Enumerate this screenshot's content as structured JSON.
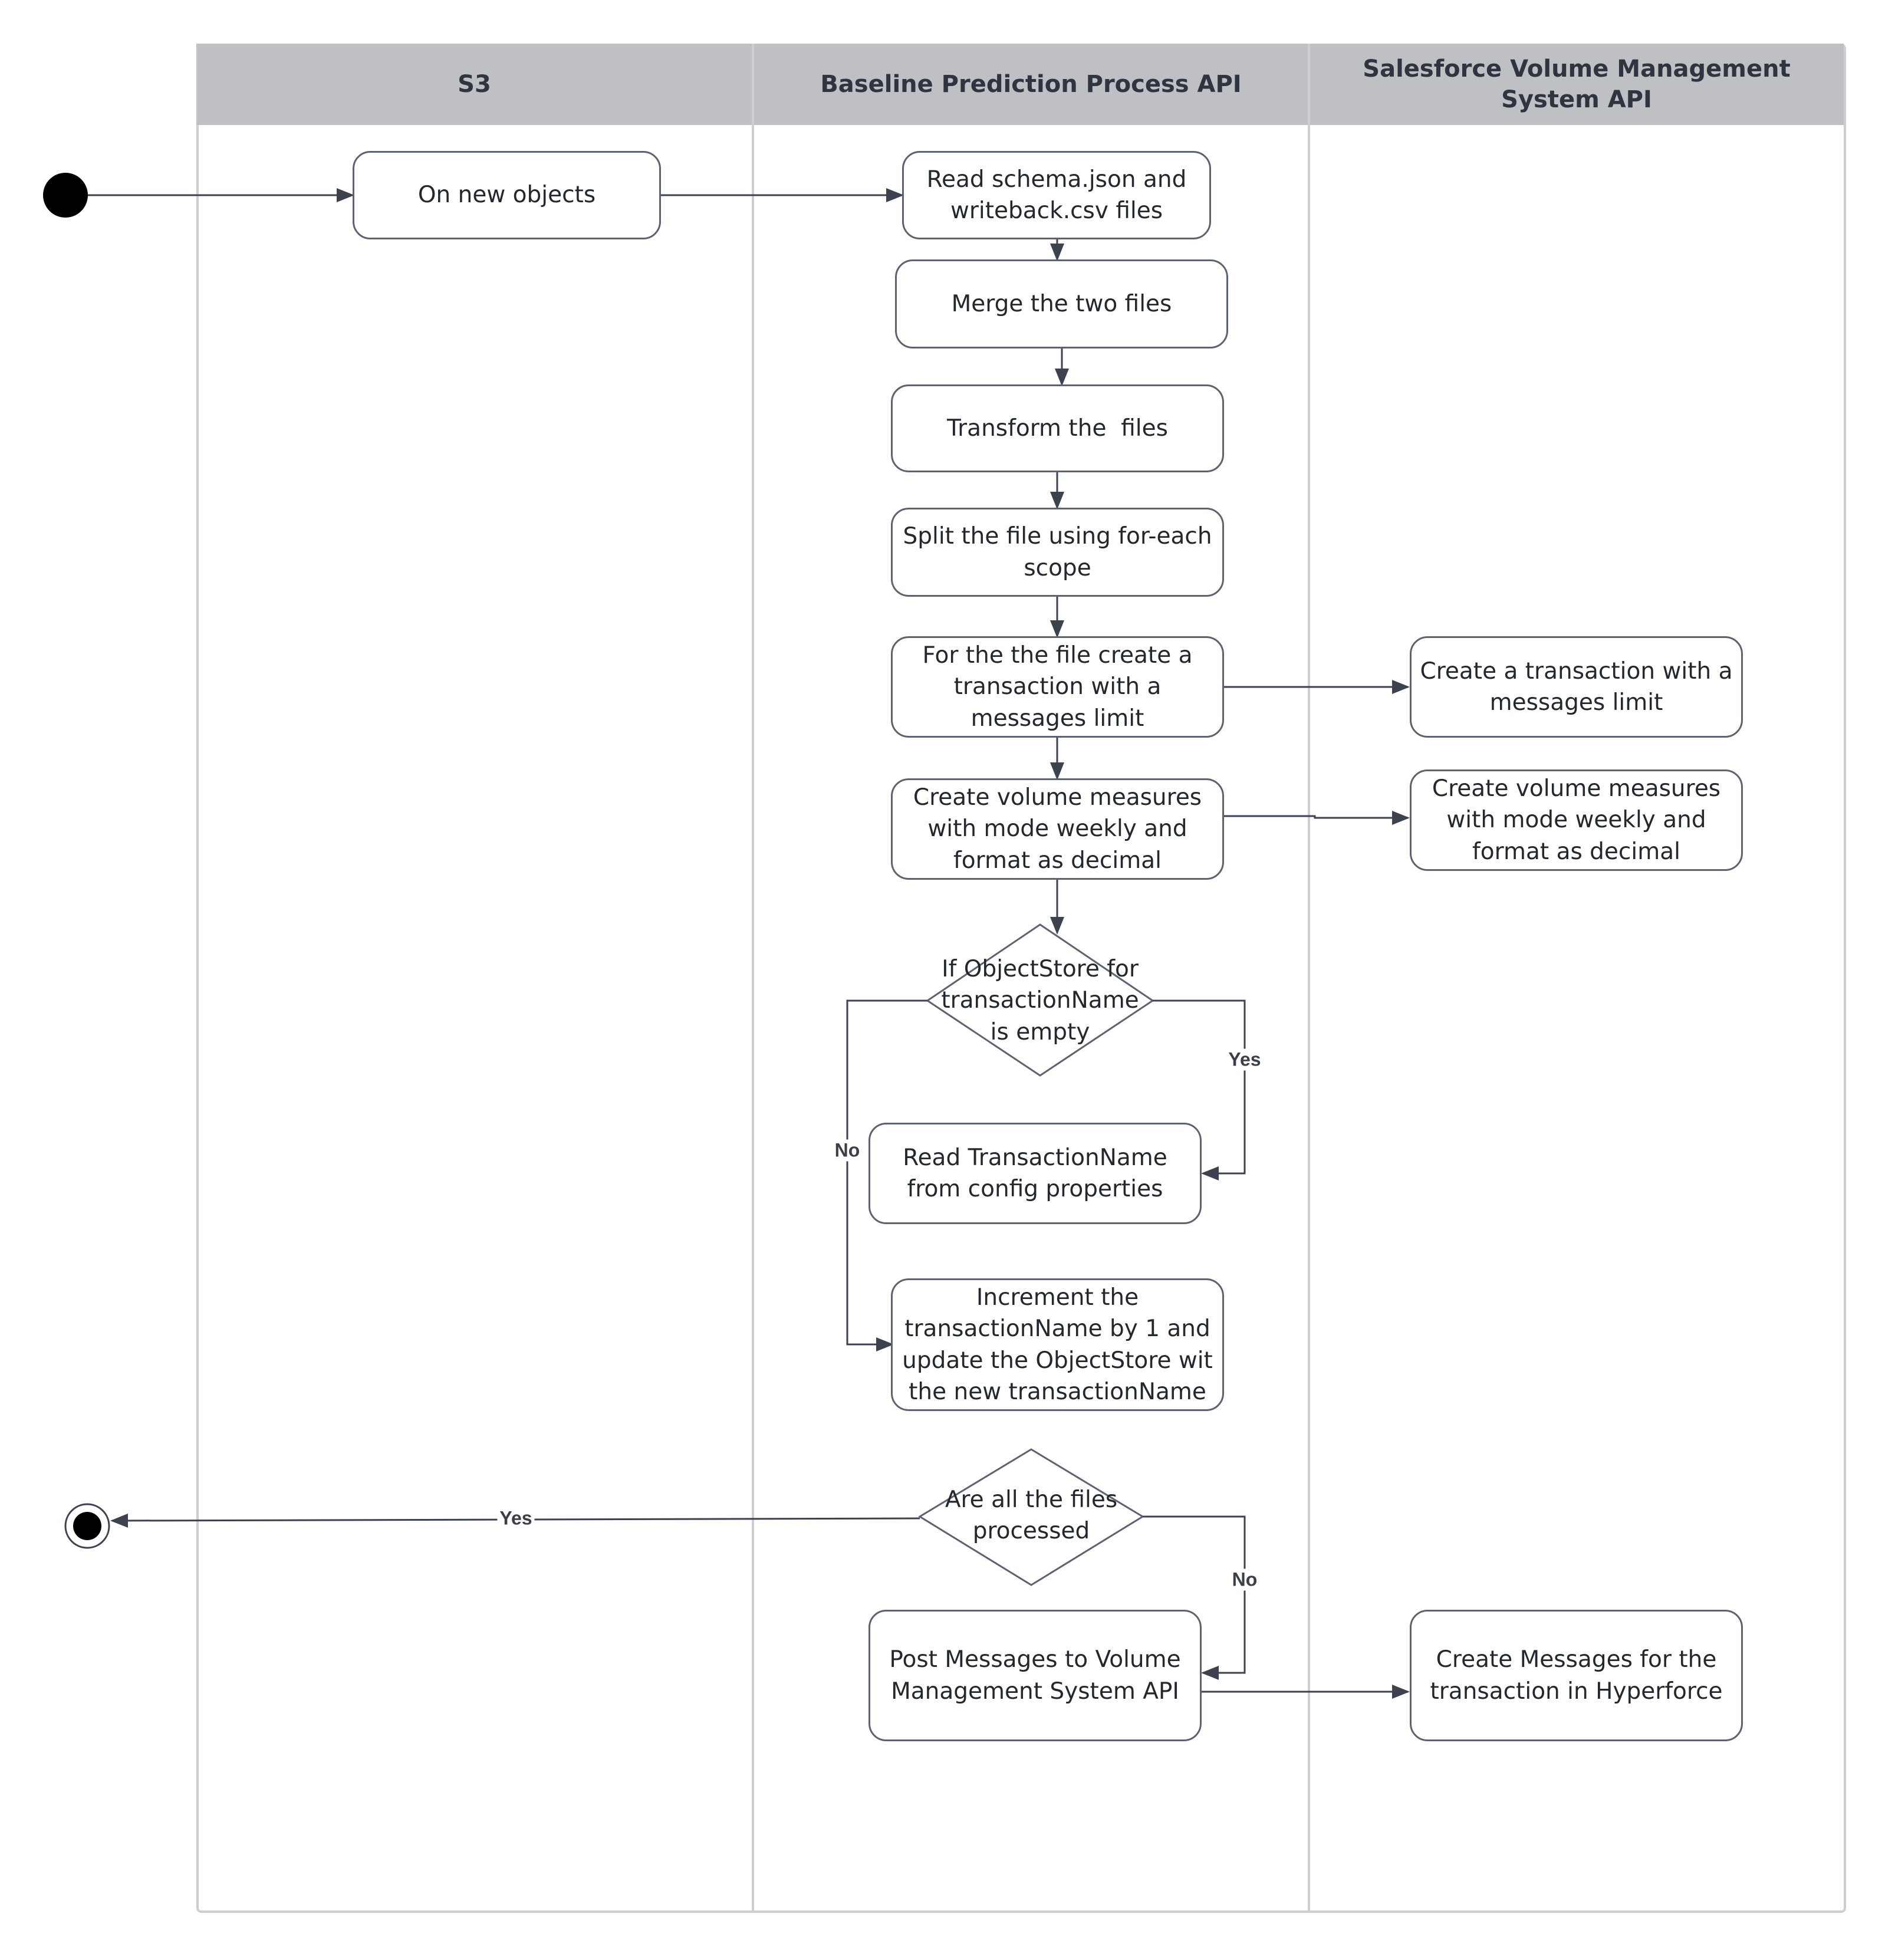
{
  "lanes": [
    {
      "title": "S3"
    },
    {
      "title": "Baseline Prediction Process API"
    },
    {
      "title": "Salesforce Volume Management System API"
    }
  ],
  "nodes": {
    "on_new_objects": "On new objects",
    "read_files": "Read schema.json and writeback.csv files",
    "merge_files": "Merge the two files",
    "transform_files": "Transform the  files",
    "split_file": "Split the file using for-each scope",
    "create_transaction": "For the the file create a transaction with a messages limit",
    "create_volume_measures": "Create volume measures with mode weekly and format as decimal",
    "decision_objectstore": "If ObjectStore for transactionName is empty",
    "read_transaction_name": "Read TransactionName from config properties",
    "increment_transaction": "Increment the transactionName by 1 and update the ObjectStore wit the new transactionName",
    "decision_files_processed": "Are all the files processed",
    "post_messages": "Post Messages to Volume Management System API",
    "vms_create_transaction": "Create a transaction with a messages limit",
    "vms_create_volume_measures": "Create volume measures with mode weekly and format as decimal",
    "vms_create_messages": "Create Messages for the transaction in Hyperforce"
  },
  "edge_labels": {
    "objectstore_yes": "Yes",
    "objectstore_no": "No",
    "processed_yes": "Yes",
    "processed_no": "No"
  },
  "colors": {
    "header_bg": "#bfc0c3",
    "lane_border": "#cdced1",
    "node_border": "#5c6270",
    "edge": "#3d4250",
    "start_node": "#000000"
  }
}
